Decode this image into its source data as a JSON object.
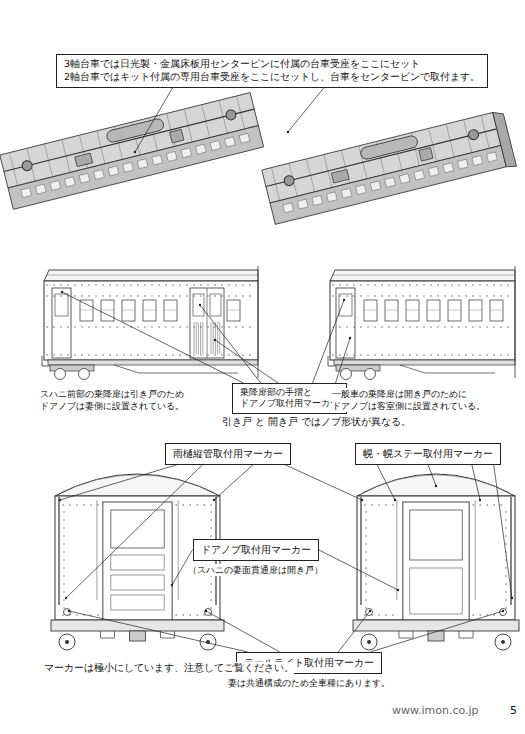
{
  "diagram": {
    "nodes": [
      {
        "text": [
          "3軸台車では日光製・金属床板用センターピンに付属の台車受座をここにセット",
          "2軸台車ではキット付属の専用台車受座をここにセットし、台車をセンターピンで取付ます。"
        ]
      },
      {
        "text": [
          "乗降扉部の手摺と ドアノブ取付用マーカー"
        ]
      },
      {
        "text": [
          "雨樋縦管取付用マーカー"
        ]
      },
      {
        "text": [
          "幌・幌ステー取付用マーカー"
        ]
      },
      {
        "text": [
          "ドアノブ取付用マーカー",
          "（スハニの妻面貫通扉は開き戸）"
        ]
      },
      {
        "text": [
          "テールライト取付用マーカー",
          "妻は共通構成のため全車種にあります。"
        ]
      }
    ],
    "labels": [
      "スハニ前部の乗降扉は引き戸のため ドアノブは妻側に設置されている。",
      "一般車の乗降扉は開き戸のために ドアノブは客室側に設置されている。",
      "引き戸 と 開き戸 ではノブ形状が異なる。",
      "マーカーは極小にしています、注意してご覧ください。",
      "www.imon.co.jp",
      "5"
    ]
  }
}
